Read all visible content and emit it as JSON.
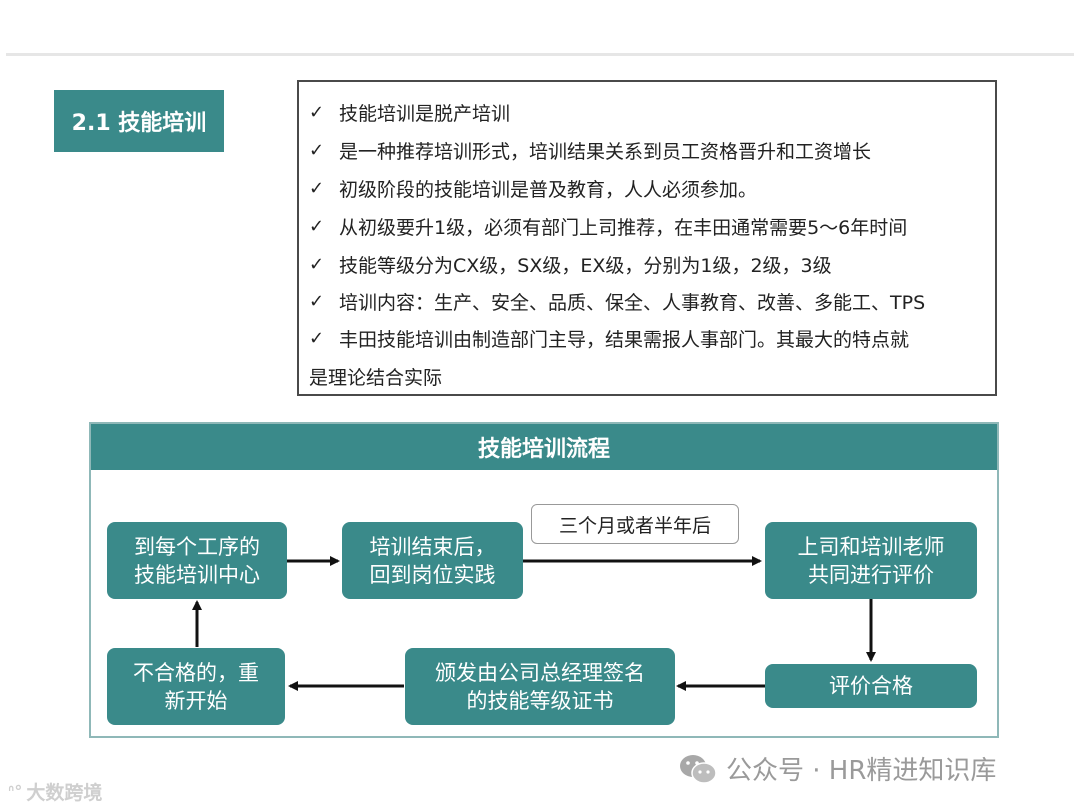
{
  "section": {
    "title": "2.1 技能培训"
  },
  "bullets": [
    "技能培训是脱产培训",
    "是一种推荐培训形式，培训结果关系到员工资格晋升和工资增长",
    "初级阶段的技能培训是普及教育，人人必须参加。",
    "从初级要升1级，必须有部门上司推荐，在丰田通常需要5～6年时间",
    "技能等级分为CX级，SX级，EX级，分别为1级，2级，3级",
    "培训内容：生产、安全、品质、保全、人事教育、改善、多能工、TPS",
    "丰田技能培训由制造部门主导，结果需报人事部门。其最大的特点就"
  ],
  "bullet_continuation": "是理论结合实际",
  "check_glyph": "✓",
  "flow": {
    "title": "技能培训流程",
    "nodes": {
      "n1": [
        "到每个工序的",
        "技能培训中心"
      ],
      "n2": [
        "培训结束后，",
        "回到岗位实践"
      ],
      "n3": [
        "上司和培训老师",
        "共同进行评价"
      ],
      "n4": [
        "评价合格"
      ],
      "n5": [
        "颁发由公司总经理签名",
        "的技能等级证书"
      ],
      "n6": [
        "不合格的，重",
        "新开始"
      ]
    },
    "note": "三个月或者半年后"
  },
  "watermarks": {
    "left": "大数跨境",
    "right": "公众号 · HR精进知识库"
  },
  "colors": {
    "teal": "#3a8a8a",
    "border": "#4a4a4a"
  }
}
